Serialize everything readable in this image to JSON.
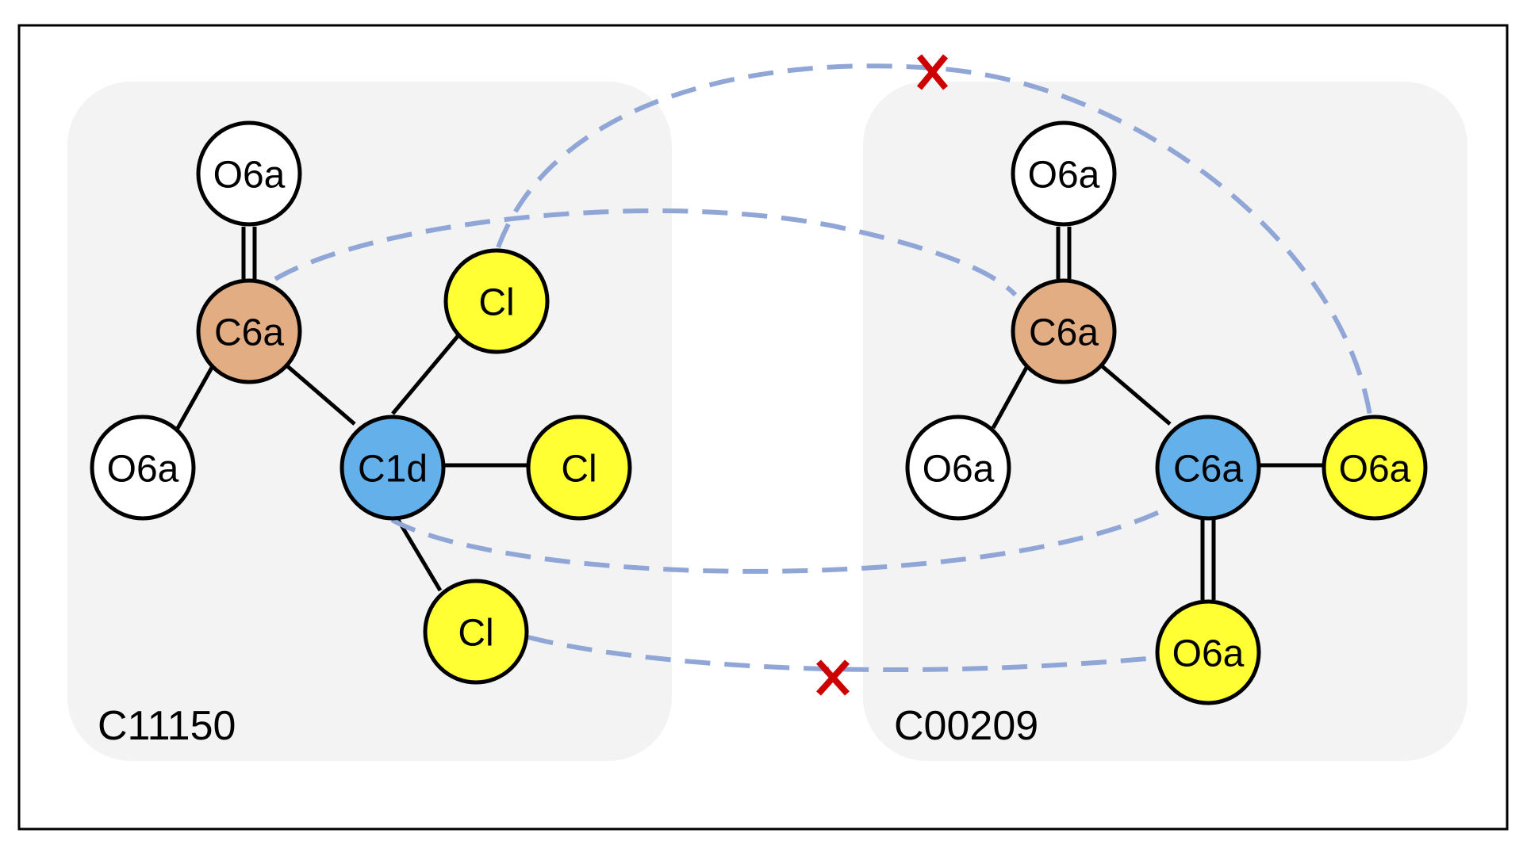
{
  "colors": {
    "panel_fill": "#f3f3f3",
    "frame_stroke": "#000000",
    "atom_white": "#ffffff",
    "atom_orange": "#e2ad83",
    "atom_blue": "#64b0ea",
    "atom_yellow": "#ffff33",
    "match_line": "#8fa6d6",
    "mismatch_mark": "#cc0000"
  },
  "left_molecule": {
    "id_label": "C11150",
    "atoms": {
      "top_o": "O6a",
      "carbonyl_c": "C6a",
      "lower_o": "O6a",
      "central_c": "C1d",
      "cl_upper": "Cl",
      "cl_right": "Cl",
      "cl_lower": "Cl"
    }
  },
  "right_molecule": {
    "id_label": "C00209",
    "atoms": {
      "top_o": "O6a",
      "carbonyl_c": "C6a",
      "lower_o": "O6a",
      "central_c": "C6a",
      "o_right": "O6a",
      "o_lower": "O6a"
    }
  },
  "mapping": {
    "mismatch_symbol": "cross"
  }
}
